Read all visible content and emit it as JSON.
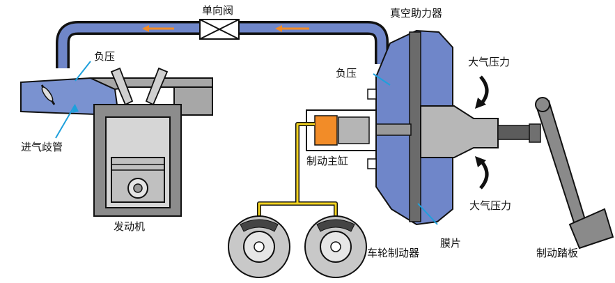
{
  "labels": {
    "check_valve": "单向阀",
    "vacuum_booster": "真空助力器",
    "negative_pressure_manifold": "负压",
    "negative_pressure_booster": "负压",
    "atm_pressure_top": "大气压力",
    "atm_pressure_bottom": "大气压力",
    "intake_manifold": "进气歧管",
    "master_cylinder": "制动主缸",
    "engine": "发动机",
    "wheel_brakes": "车轮制动器",
    "diaphragm": "膜片",
    "brake_pedal": "制动踏板"
  },
  "colors": {
    "vacuum_blue": "#6f86c9",
    "pipe_blue": "#6f86c9",
    "arrow_orange": "#f28c28",
    "brake_line_yellow": "#f2d21e",
    "piston_orange": "#f28c28",
    "leader_cyan": "#1ea0dc",
    "engine_grey": "#a0a0a0"
  }
}
